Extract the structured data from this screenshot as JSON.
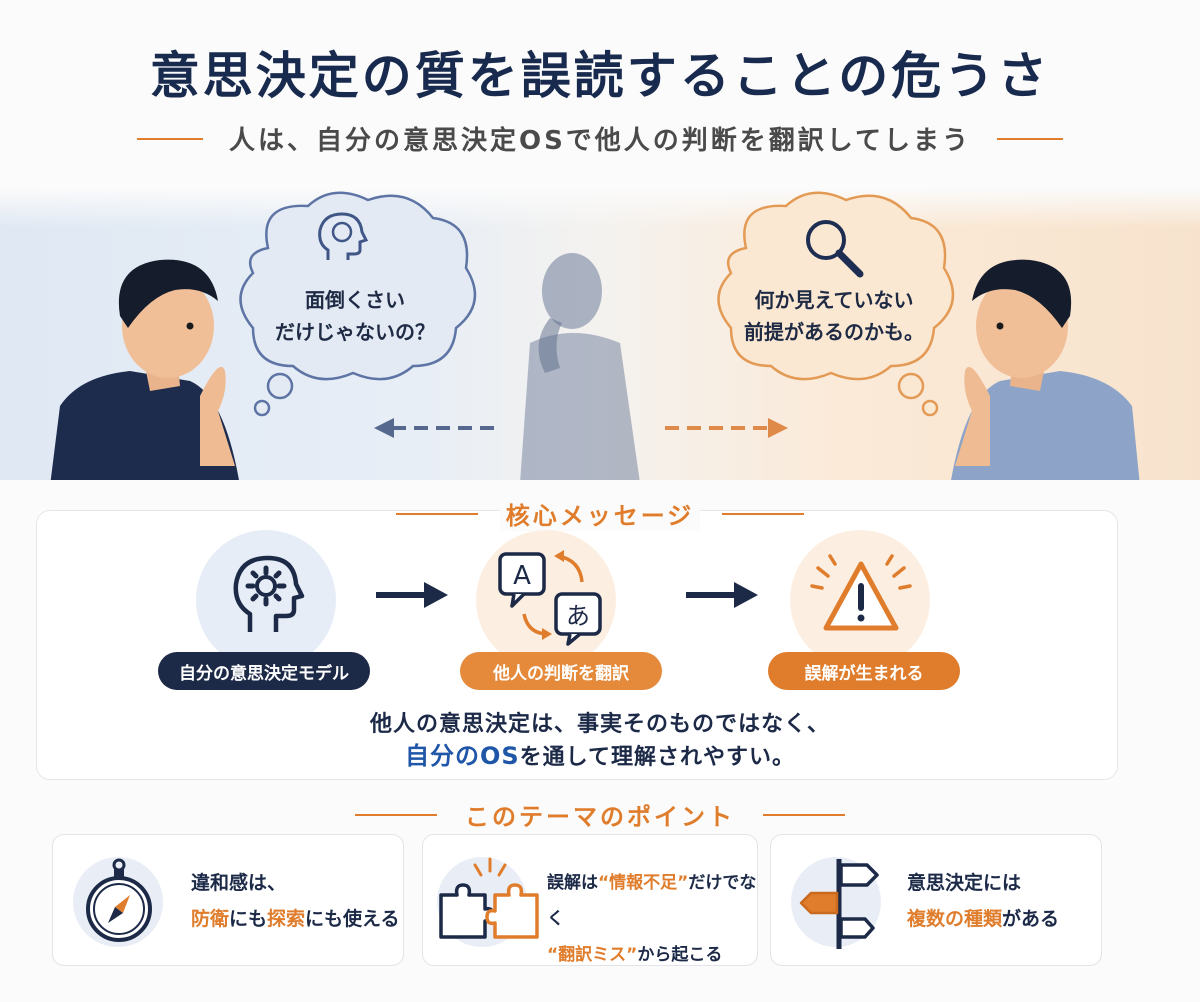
{
  "title": "意思決定の質を誤読することの危うさ",
  "subtitle": "人は、自分の意思決定OSで他人の判断を翻訳してしまう",
  "scene": {
    "left_thought": [
      "面倒くさい",
      "だけじゃないの？"
    ],
    "right_thought": [
      "何か見えていない",
      "前提があるのかも。"
    ]
  },
  "core": {
    "heading": "核心メッセージ",
    "steps": [
      {
        "label": "自分の意思決定モデル",
        "icon": "gear-head-icon"
      },
      {
        "label": "他人の判断を翻訳",
        "icon": "translate-icon"
      },
      {
        "label": "誤解が生まれる",
        "icon": "warning-icon"
      }
    ],
    "message_line1": "他人の意思決定は、事実そのものではなく、",
    "message_line2_strong": "自分のOS",
    "message_line2_rest": "を通して理解されやすい。"
  },
  "points": {
    "heading": "このテーマのポイント",
    "cards": [
      {
        "icon": "compass-icon",
        "line1": "違和感は、",
        "line2_a": "防衛",
        "line2_b": "にも",
        "line2_c": "探索",
        "line2_d": "にも使える"
      },
      {
        "icon": "puzzle-icon",
        "line1_a": "誤解は",
        "line1_b": "“情報不足”",
        "line1_c": "だけでなく",
        "line2_a": "“翻訳ミス”",
        "line2_b": "から起こる"
      },
      {
        "icon": "signpost-icon",
        "line1": "意思決定には",
        "line2_a": "複数の種類",
        "line2_b": "がある"
      }
    ]
  },
  "colors": {
    "navy": "#1c2a48",
    "orange": "#e07d2c",
    "blue": "#1f56a8"
  }
}
